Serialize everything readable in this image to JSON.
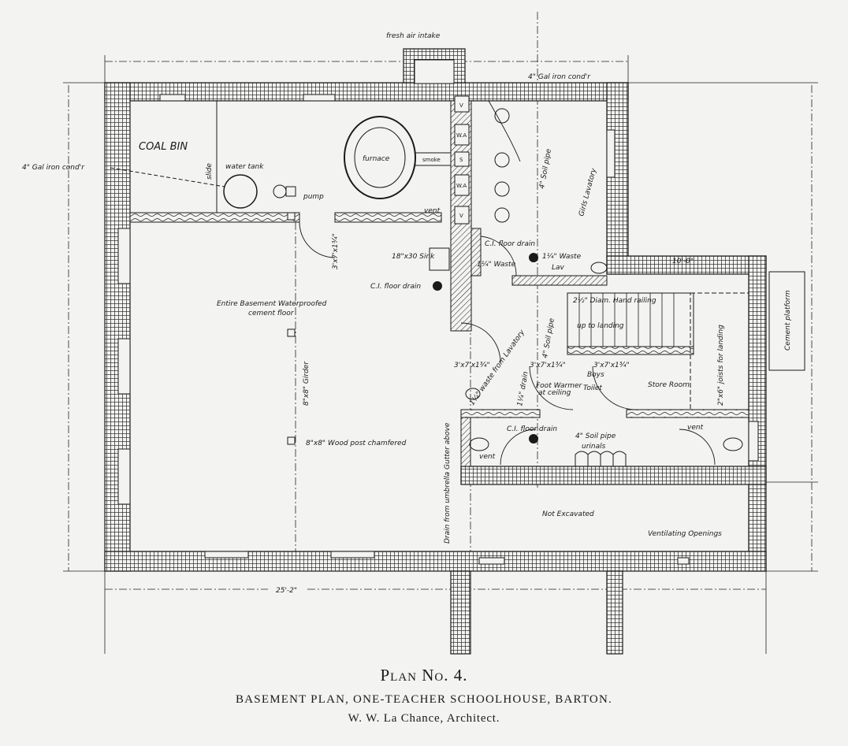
{
  "labels": {
    "fresh_air": "fresh air intake",
    "conductor_top": "4\" Gal iron cond'r",
    "conductor_left": "4\" Gal iron cond'r",
    "coal_bin": "COAL BIN",
    "slide": "slide",
    "water_tank": "water tank",
    "pump": "pump",
    "furnace": "furnace",
    "smoke": "smoke",
    "flue_v1": "V",
    "flue_wa1": "W.A",
    "flue_s": "S",
    "flue_wa2": "W.A",
    "flue_v2": "V",
    "girls_lavatory": "Girls Lavatory",
    "soil_pipe_girls": "4\" Soil pipe",
    "vent_top": "vent",
    "door_1": "3'x7'x1¾\"",
    "sink": "18\"x30 Sink",
    "floor_drain_girls": "C.I. floor drain",
    "waste_girls": "1¼\" Waste",
    "waste_lav": "1¼\" Waste",
    "lav": "Lav",
    "dim_10": "10'-0\"",
    "floor_drain_main": "C.I. floor drain",
    "waterproof_1": "Entire Basement Waterproofed",
    "waterproof_2": "cement floor",
    "girder": "8\"x8\" Girder",
    "post": "8\"x8\" Wood post chamfered",
    "umbrella_drain": "Drain from umbrella Gutter above",
    "hand_railing": "2½\" Diam. Hand railing",
    "up_to_landing": "up to landing",
    "cement_platform": "Cement platform",
    "joists": "2\"x6\" joists for landing",
    "door_2": "3'x7'x1¾\"",
    "door_3": "3'x7'x1¾\"",
    "door_4": "3'x7'x1¾\"",
    "boys": "Boys",
    "toilet": "Toilet",
    "store_room": "Store Room",
    "foot_warmer_1": "Foot Warmer",
    "foot_warmer_2": "at ceiling",
    "waste_from_lav": "1¼\" waste from Lavatory",
    "soil_pipe_boys": "4\" Soil pipe",
    "drain_small": "1¼\" drain",
    "floor_drain_boys": "C.I. floor drain",
    "soil_pipe_urinals": "4\" Soil pipe",
    "urinals": "urinals",
    "vent_left": "vent",
    "vent_right": "vent",
    "not_excavated": "Not Excavated",
    "ventilating": "Ventilating Openings",
    "dim_25": "25'-2\""
  },
  "caption": {
    "plan": "Plan No. 4.",
    "title": "BASEMENT PLAN, ONE-TEACHER SCHOOLHOUSE, BARTON.",
    "architect": "W. W. La Chance, Architect."
  }
}
